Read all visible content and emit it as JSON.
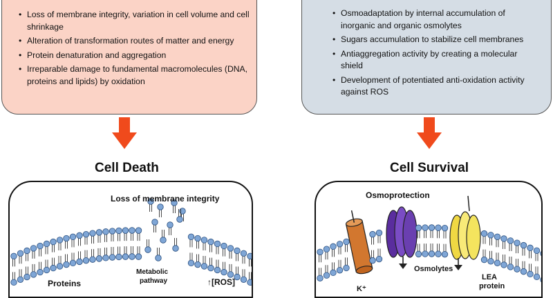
{
  "colors": {
    "stress_box": "#fbd3c6",
    "response_box": "#d5dde5",
    "arrow": "#f04a1c",
    "lipid_head": "#7fa6d6",
    "osmolyte_channel": "#d2772f",
    "aquaporin": "#6a3fb0",
    "lea_protein": "#f4e45e"
  },
  "stress_effects": {
    "items": [
      "Loss of membrane integrity, variation in cell volume and cell shrinkage",
      "Alteration of transformation routes of matter and energy",
      "Protein denaturation and aggregation",
      "Irreparable damage to fundamental macromolecules (DNA, proteins and lipids) by oxidation"
    ]
  },
  "stress_responses": {
    "items": [
      "Osmoadaptation by internal accumulation of inorganic and organic osmolytes",
      "Sugars accumulation to stabilize cell membranes",
      "Antiaggregation activity by creating a molecular shield",
      "Development of potentiated anti-oxidation activity against ROS"
    ]
  },
  "cell_death": {
    "title": "Cell Death",
    "membrane_label": "Loss of membrane integrity",
    "proteins_label": "Proteins",
    "metabolic_label_1": "Metabolic",
    "metabolic_label_2": "pathway",
    "ros_label": "↑[ROS]"
  },
  "cell_survival": {
    "title": "Cell Survival",
    "osmoprotection_label": "Osmoprotection",
    "osmolytes_label": "Osmolytes",
    "lea_label_1": "LEA",
    "lea_label_2": "protein",
    "ion_label": "K⁺"
  }
}
